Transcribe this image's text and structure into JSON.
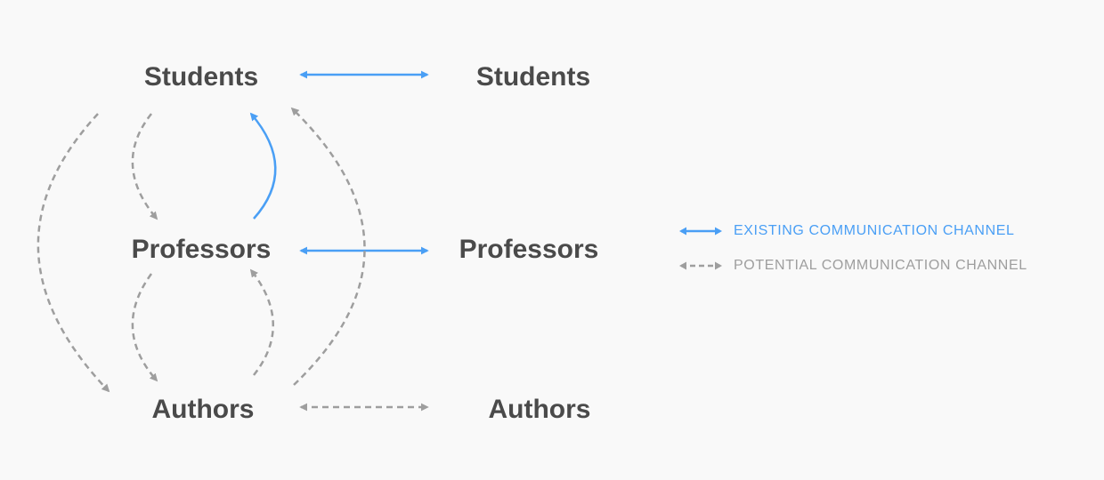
{
  "colors": {
    "existing": "#4a9ff5",
    "potential": "#9e9e9e",
    "node_text": "#4a4a4a",
    "background": "#f9f9f9"
  },
  "nodes": {
    "left_students": "Students",
    "left_professors": "Professors",
    "left_authors": "Authors",
    "right_students": "Students",
    "right_professors": "Professors",
    "right_authors": "Authors"
  },
  "legend": {
    "existing_label": "EXISTING COMMUNICATION CHANNEL",
    "potential_label": "POTENTIAL COMMUNICATION CHANNEL"
  }
}
